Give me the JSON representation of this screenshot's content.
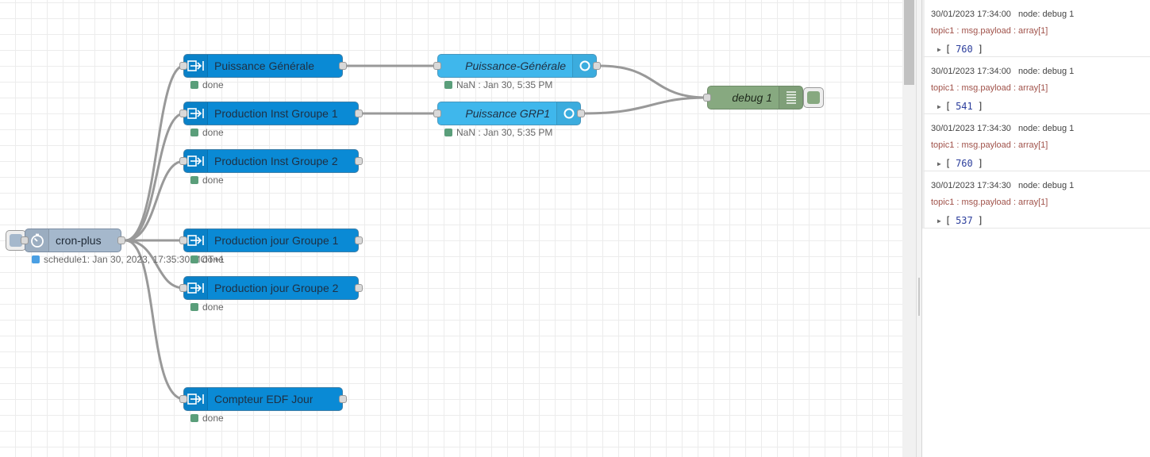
{
  "flow": {
    "cron": {
      "label": "cron-plus",
      "icon": "timer-icon",
      "status": "schedule1: Jan 30, 2023, 17:35:30 MOT+1"
    },
    "link_nodes": [
      {
        "label": "Puissance Générale",
        "status": "done"
      },
      {
        "label": "Production Inst Groupe 1",
        "status": "done"
      },
      {
        "label": "Production Inst Groupe 2",
        "status": "done"
      },
      {
        "label": "Production jour Groupe 1",
        "status": "done"
      },
      {
        "label": "Production jour Groupe 2",
        "status": "done"
      },
      {
        "label": "Compteur EDF Jour",
        "status": "done"
      }
    ],
    "gauge_nodes": [
      {
        "label": "Puissance-Générale",
        "status": "NaN : Jan 30, 5:35 PM"
      },
      {
        "label": "Puissance GRP1",
        "status": "NaN : Jan 30, 5:35 PM"
      }
    ],
    "debug_node": {
      "label": "debug 1",
      "icon": "list-icon"
    }
  },
  "colors": {
    "link_node": "#0a8ad5",
    "gauge_node": "#3fb7ec",
    "cron_node": "#a5b8cc",
    "debug_node": "#87a980",
    "status_ok": "#5a9e7a",
    "status_info": "#4a9fe3",
    "wire": "#999999"
  },
  "debug_sidebar": {
    "messages": [
      {
        "timestamp": "30/01/2023 17:34:00",
        "node": "node: debug 1",
        "topic": "topic1 : msg.payload : array[1]",
        "open": "[",
        "value": "760",
        "close": "]"
      },
      {
        "timestamp": "30/01/2023 17:34:00",
        "node": "node: debug 1",
        "topic": "topic1 : msg.payload : array[1]",
        "open": "[",
        "value": "541",
        "close": "]"
      },
      {
        "timestamp": "30/01/2023 17:34:30",
        "node": "node: debug 1",
        "topic": "topic1 : msg.payload : array[1]",
        "open": "[",
        "value": "760",
        "close": "]"
      },
      {
        "timestamp": "30/01/2023 17:34:30",
        "node": "node: debug 1",
        "topic": "topic1 : msg.payload : array[1]",
        "open": "[",
        "value": "537",
        "close": "]"
      }
    ]
  }
}
